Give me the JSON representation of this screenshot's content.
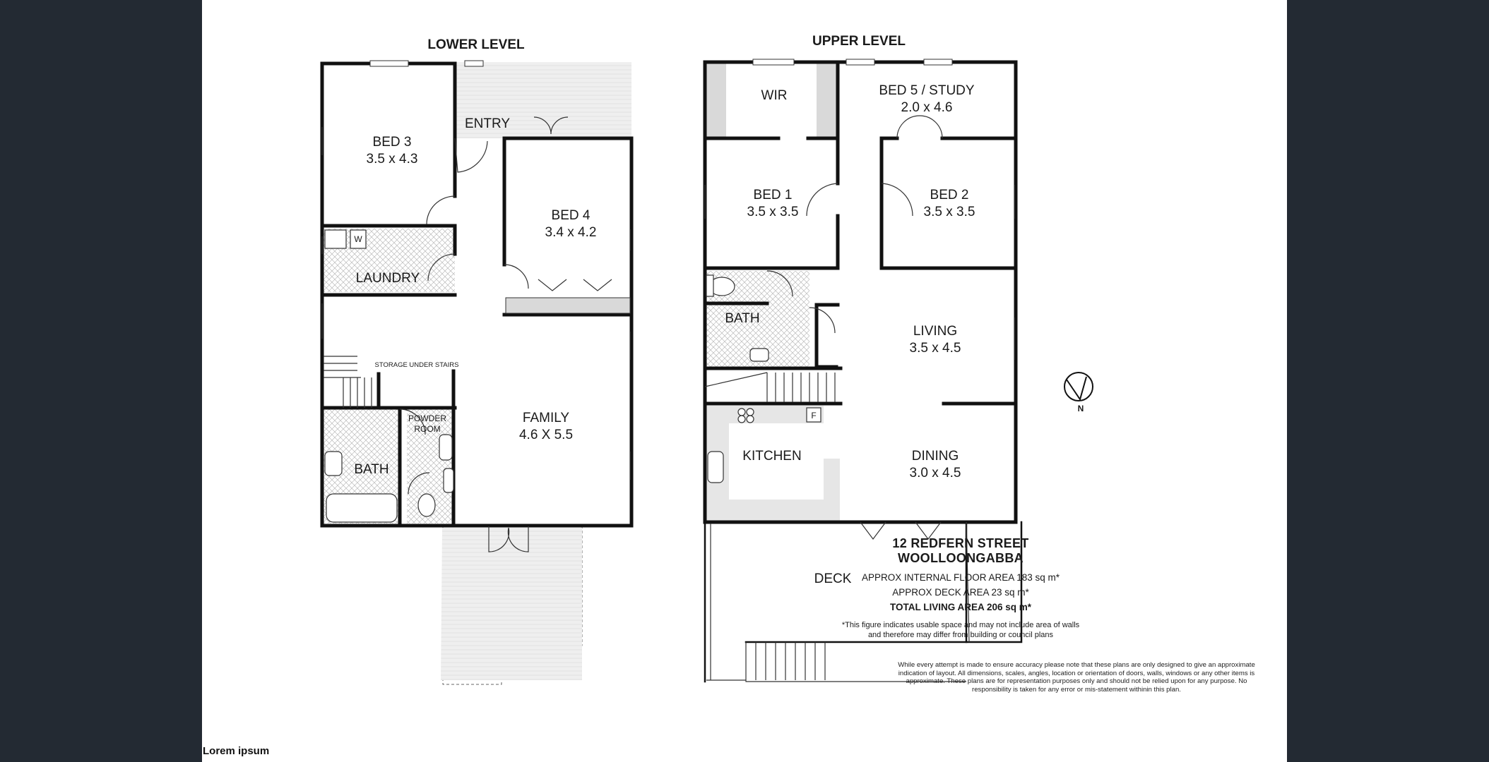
{
  "lower_level": {
    "title": "LOWER LEVEL",
    "rooms": {
      "bed3": {
        "name": "BED 3",
        "size": "3.5 x 4.3"
      },
      "entry": {
        "name": "ENTRY"
      },
      "bed4": {
        "name": "BED 4",
        "size": "3.4 x 4.2"
      },
      "laundry": {
        "name": "LAUNDRY"
      },
      "washer": {
        "name": "W"
      },
      "storage": {
        "name": "STORAGE UNDER STAIRS"
      },
      "powder_room": {
        "line1": "POWDER",
        "line2": "ROOM"
      },
      "bath": {
        "name": "BATH"
      },
      "family": {
        "name": "FAMILY",
        "size": "4.6 X 5.5"
      }
    }
  },
  "upper_level": {
    "title": "UPPER LEVEL",
    "rooms": {
      "wir": {
        "name": "WIR"
      },
      "bed5": {
        "name": "BED 5 / STUDY",
        "size": "2.0 x 4.6"
      },
      "bed1": {
        "name": "BED 1",
        "size": "3.5 x 3.5"
      },
      "bed2": {
        "name": "BED 2",
        "size": "3.5 x 3.5"
      },
      "bath": {
        "name": "BATH"
      },
      "living": {
        "name": "LIVING",
        "size": "3.5 x 4.5"
      },
      "kitchen": {
        "name": "KITCHEN"
      },
      "fridge": {
        "name": "F"
      },
      "dining": {
        "name": "DINING",
        "size": "3.0 x 4.5"
      },
      "deck": {
        "name": "DECK"
      }
    }
  },
  "compass": {
    "label": "N"
  },
  "property": {
    "address_line1": "12 REDFERN STREET",
    "address_line2": "WOOLLOONGABBA",
    "internal_area": "APPROX INTERNAL FLOOR AREA 183 sq m*",
    "deck_area": "APPROX DECK AREA 23 sq m*",
    "total_area": "TOTAL LIVING AREA 206 sq m*",
    "note": "*This figure indicates usable space and may not include area of walls and therefore may differ from building or council plans",
    "disclaimer": "While every attempt is made to ensure accuracy please note that these plans are only designed to give an approximate indication of layout.  All dimensions, scales, angles, location or orientation of doors, walls, windows or any other items is approximate.  These plans are for representation purposes only and should not be relied upon for any purpose.  No responsibility is taken for any error or mis-statement withinin this plan."
  },
  "footer": {
    "text": "Lorem ipsum"
  }
}
